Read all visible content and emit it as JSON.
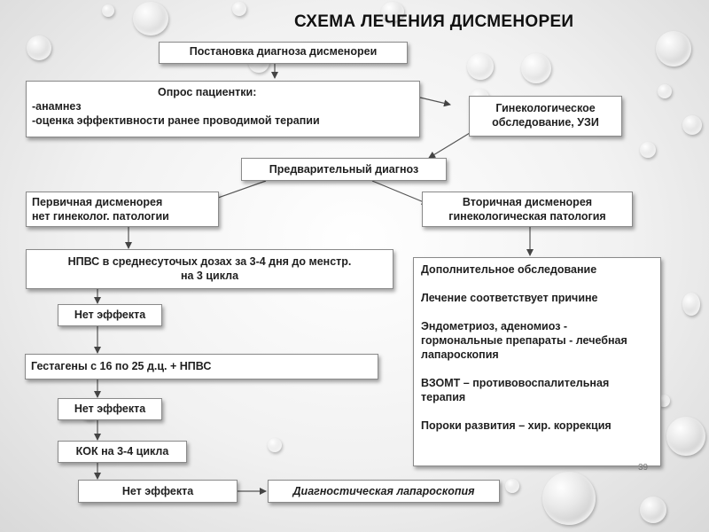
{
  "title": "СХЕМА ЛЕЧЕНИЯ ДИСМЕНОРЕИ",
  "nodes": {
    "diagnosis": "Постановка диагноза дисменореи",
    "survey": {
      "heading": "Опрос пациентки:",
      "line1": "-анамнез",
      "line2": "-оценка эффективности ранее проводимой терапии"
    },
    "gyn_exam": {
      "line1": "Гинекологическое",
      "line2": "обследование, УЗИ"
    },
    "prelim": "Предварительный диагноз",
    "primary": {
      "line1": "Первичная дисменорея",
      "line2": "нет гинеколог. патологии"
    },
    "secondary": {
      "line1": "Вторичная дисменорея",
      "line2": "гинекологическая патология"
    },
    "nsaid": {
      "line1": "НПВС в среднесуточых дозах за 3-4 дня до менстр.",
      "line2": "на 3 цикла"
    },
    "no_effect_1": "Нет эффекта",
    "gestagens": "Гестагены с 16 по 25 д.ц. + НПВС",
    "no_effect_2": "Нет эффекта",
    "coc": "КОК на 3-4 цикла",
    "no_effect_3": "Нет эффекта",
    "laparoscopy": "Диагностическая лапароскопия",
    "secondary_details": {
      "l1": "Дополнительное обследование",
      "l2": "Лечение соответствует причине",
      "l3": "Эндометриоз, аденомиоз -",
      "l4": "гормональные препараты - лечебная",
      "l5": "лапароскопия",
      "l6": "ВЗОМТ – противовоспалительная",
      "l7": "терапия",
      "l8": "Пороки развития – хир. коррекция"
    }
  },
  "page_number": "39"
}
